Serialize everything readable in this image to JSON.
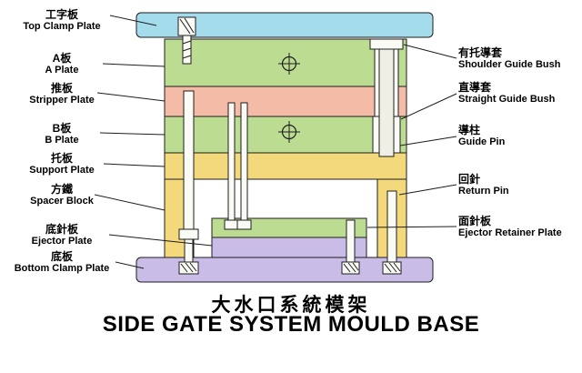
{
  "title": {
    "zh": "大水口系統模架",
    "en": "SIDE GATE SYSTEM MOULD BASE"
  },
  "left_labels": [
    {
      "zh": "工字板",
      "en": "Top Clamp Plate"
    },
    {
      "zh": "A板",
      "en": "A Plate"
    },
    {
      "zh": "推板",
      "en": "Stripper Plate"
    },
    {
      "zh": "B板",
      "en": "B Plate"
    },
    {
      "zh": "托板",
      "en": "Support Plate"
    },
    {
      "zh": "方鐵",
      "en": "Spacer Block"
    },
    {
      "zh": "底針板",
      "en": "Ejector Plate"
    },
    {
      "zh": "底板",
      "en": "Bottom Clamp Plate"
    }
  ],
  "right_labels": [
    {
      "zh": "有托導套",
      "en": "Shoulder Guide Bush"
    },
    {
      "zh": "直導套",
      "en": "Straight Guide Bush"
    },
    {
      "zh": "導柱",
      "en": "Guide Pin"
    },
    {
      "zh": "回針",
      "en": "Return Pin"
    },
    {
      "zh": "面針板",
      "en": "Ejector Retainer Plate"
    }
  ],
  "colors": {
    "background": "#ffffff",
    "top_clamp_plate": "#a5dcec",
    "a_plate": "#bcdc92",
    "stripper_plate": "#f4bca6",
    "b_plate": "#bcdc92",
    "support_plate": "#f3d97c",
    "spacer_block": "#f3d97c",
    "ejector_retainer_plate": "#bcdc92",
    "ejector_plate": "#c9bce6",
    "bottom_clamp_plate": "#c9bce6",
    "pin_fill": "#fbfbf6",
    "pin_core": "#efefe6",
    "outline": "#1d1d1d"
  }
}
